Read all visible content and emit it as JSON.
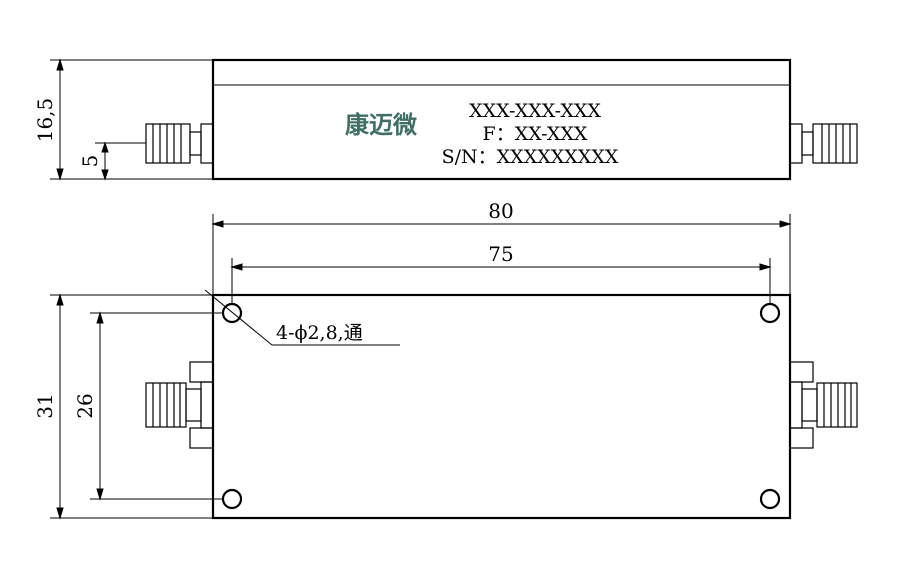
{
  "side_view": {
    "brand": "康迈微",
    "part_number": "XXX-XXX-XXX",
    "frequency_line": "F：XX-XXX",
    "serial_line": "S/N：XXXXXXXXX",
    "height_dim": "16,5",
    "connector_height_dim": "5"
  },
  "top_view": {
    "overall_length_dim": "80",
    "hole_spacing_length_dim": "75",
    "overall_width_dim": "31",
    "hole_spacing_width_dim": "26",
    "hole_callout": "4-ϕ2,8,通"
  },
  "colors": {
    "line": "#000000",
    "brand": "#3f6f63"
  }
}
